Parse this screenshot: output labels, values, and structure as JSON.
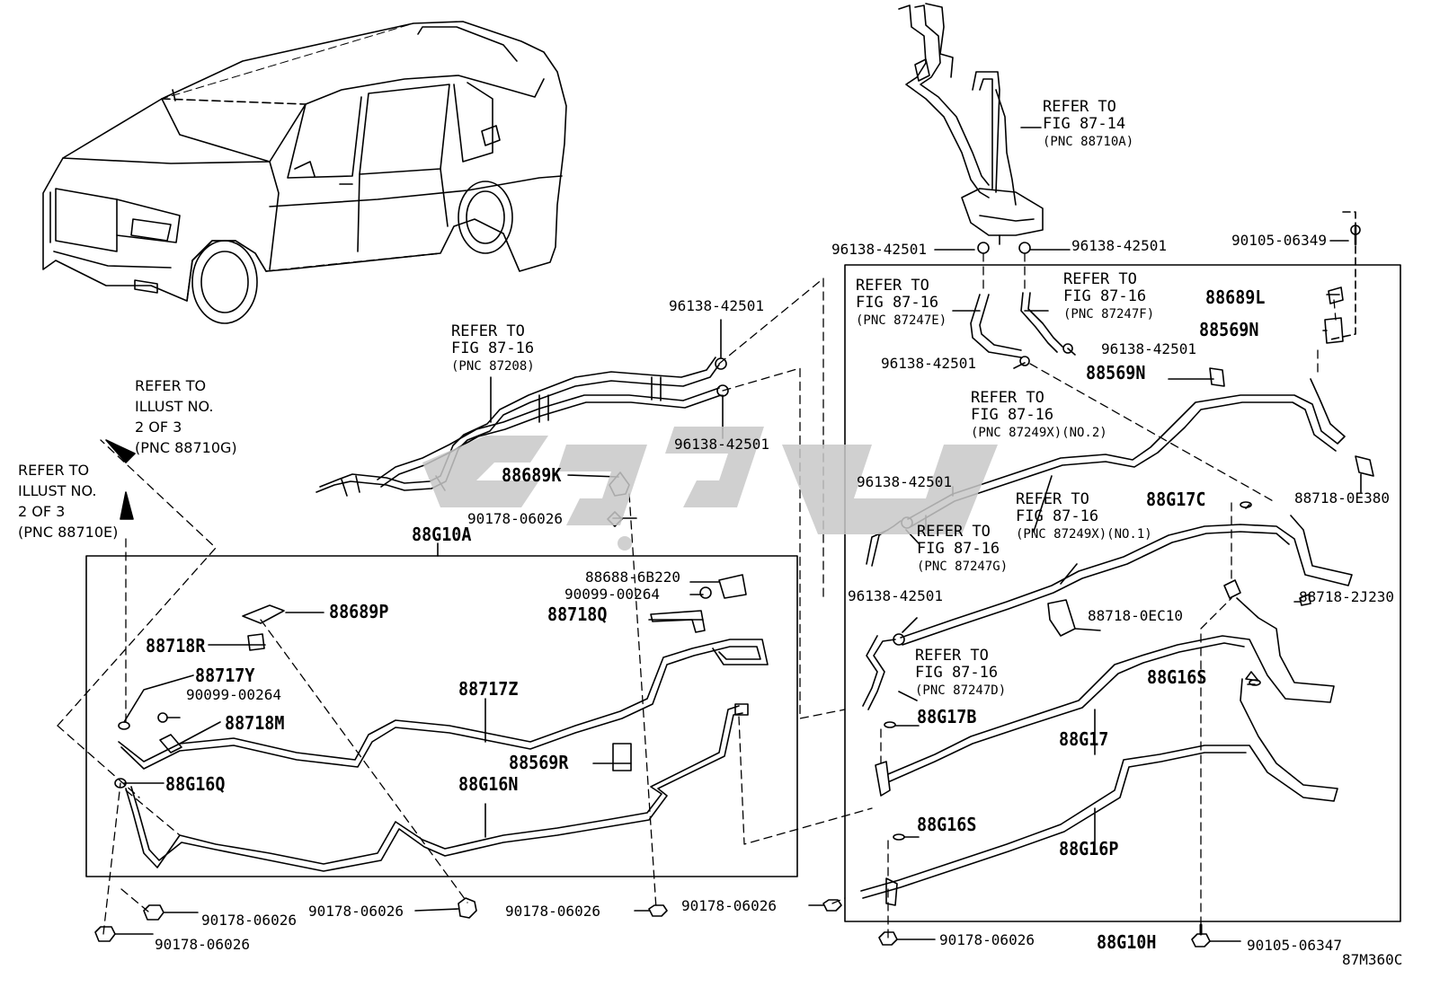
{
  "diagram_code": "87M360C",
  "refs": {
    "fig_8714": {
      "l1": "REFER TO",
      "l2": "FIG 87-14",
      "l3": "(PNC 88710A)"
    },
    "fig_87208": {
      "l1": "REFER TO",
      "l2": "FIG 87-16",
      "l3": "(PNC 87208)"
    },
    "fig_87247e": {
      "l1": "REFER TO",
      "l2": "FIG 87-16",
      "l3": "(PNC 87247E)"
    },
    "fig_87247f": {
      "l1": "REFER TO",
      "l2": "FIG 87-16",
      "l3": "(PNC 87247F)"
    },
    "fig_87249x2": {
      "l1": "REFER TO",
      "l2": "FIG 87-16",
      "l3": "(PNC 87249X)(NO.2)"
    },
    "fig_87249x1": {
      "l1": "REFER TO",
      "l2": "FIG 87-16",
      "l3": "(PNC 87249X)(NO.1)"
    },
    "fig_87247g": {
      "l1": "REFER TO",
      "l2": "FIG 87-16",
      "l3": "(PNC 87247G)"
    },
    "fig_87247d": {
      "l1": "REFER TO",
      "l2": "FIG 87-16",
      "l3": "(PNC 87247D)"
    },
    "illust_g": {
      "l1": "REFER TO",
      "l2": "ILLUST NO.",
      "l3": "2 OF 3",
      "l4": "(PNC 88710G)"
    },
    "illust_e": {
      "l1": "REFER TO",
      "l2": "ILLUST NO.",
      "l3": "2 OF 3",
      "l4": "(PNC 88710E)"
    }
  },
  "parts": {
    "p96138_tl": "96138-42501",
    "p96138_tr": "96138-42501",
    "p90105_06349": "90105-06349",
    "p96138_mid1": "96138-42501",
    "p96138_mid2": "96138-42501",
    "p96138_r1": "96138-42501",
    "p96138_r2": "96138-42501",
    "p96138_r3": "96138-42501",
    "p96138_r4": "96138-42501",
    "p88689L": "88689L",
    "p88569N_1": "88569N",
    "p88569N_2": "88569N",
    "p88718_0E380": "88718-0E380",
    "p88G17C": "88G17C",
    "p88718_2J230": "88718-2J230",
    "p88718_0EC10": "88718-0EC10",
    "p88G16S_r": "88G16S",
    "p88G17B": "88G17B",
    "p88G17": "88G17",
    "p88G16S_b": "88G16S",
    "p88G16P": "88G16P",
    "p88G10H": "88G10H",
    "p90178_bm": "90178-06026",
    "p90105_06347": "90105-06347",
    "p88689K": "88689K",
    "p90178_k": "90178-06026",
    "p88G10A": "88G10A",
    "p88688": "88688-6B220",
    "p90099_a": "90099-00264",
    "p88718Q": "88718Q",
    "p88689P": "88689P",
    "p88718R": "88718R",
    "p88717Y": "88717Y",
    "p90099_b": "90099-00264",
    "p88718M": "88718M",
    "p88717Z": "88717Z",
    "p88569R": "88569R",
    "p88G16Q": "88G16Q",
    "p88G16N": "88G16N",
    "p90178_l1": "90178-06026",
    "p90178_l2": "90178-06026",
    "p90178_c1": "90178-06026",
    "p90178_c2": "90178-06026",
    "p90178_c3": "90178-06026"
  }
}
